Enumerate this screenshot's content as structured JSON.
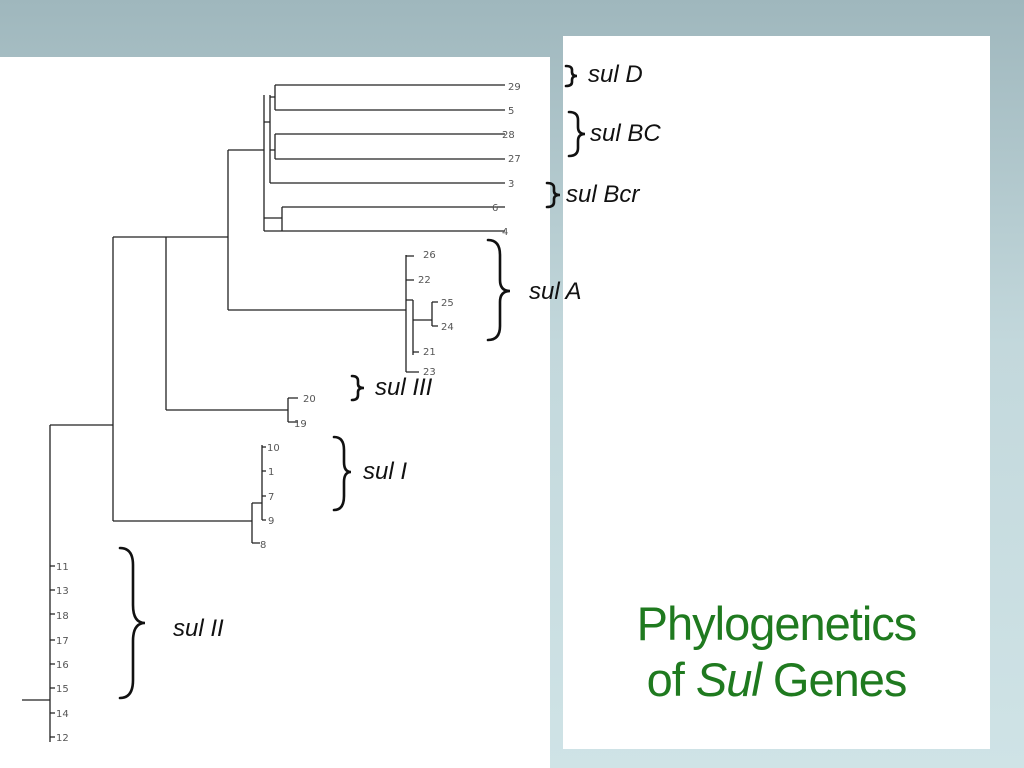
{
  "title": {
    "line1": "Phylogenetics",
    "line2_prefix": "of ",
    "line2_italic": "Sul",
    "line2_suffix": " Genes"
  },
  "clades": [
    {
      "label": "sul D"
    },
    {
      "label": "sul BC"
    },
    {
      "label": "sul Bcr"
    },
    {
      "label": "sul A"
    },
    {
      "label": "sul III"
    },
    {
      "label": "sul I"
    },
    {
      "label": "sul II"
    }
  ],
  "leaves": [
    "29",
    "5",
    "28",
    "27",
    "3",
    "6",
    "4",
    "26",
    "22",
    "25",
    "24",
    "21",
    "23",
    "20",
    "19",
    "10",
    "1",
    "7",
    "9",
    "8",
    "11",
    "13",
    "18",
    "17",
    "16",
    "15",
    "14",
    "12"
  ]
}
